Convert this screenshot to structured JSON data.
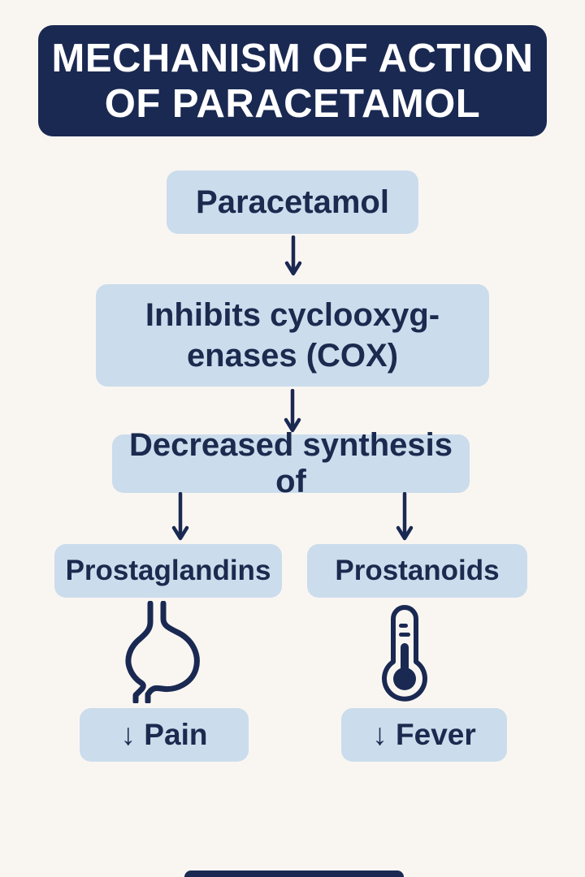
{
  "title": {
    "line1": "MECHANISM OF ACTION",
    "line2": "OF PARACETAMOL"
  },
  "flow": {
    "paracetamol": "Paracetamol",
    "inhibits_line1": "Inhibits cyclooxyg-",
    "inhibits_line2": "enases (COX)",
    "decreased": "Decreased synthesis of",
    "prostaglandins": "Prostaglandins",
    "prostanoids": "Prostanoids",
    "pain": "↓ Pain",
    "fever": "↓ Fever"
  },
  "icons": {
    "pain_branch": "stomach-icon",
    "fever_branch": "thermometer-icon",
    "connectors": "down-arrow-icon"
  },
  "colors": {
    "background": "#f9f6f2",
    "box_blue": "#cbdcec",
    "navy": "#1a2952",
    "node_text": "#1b2a4e",
    "title_text": "#ffffff"
  }
}
